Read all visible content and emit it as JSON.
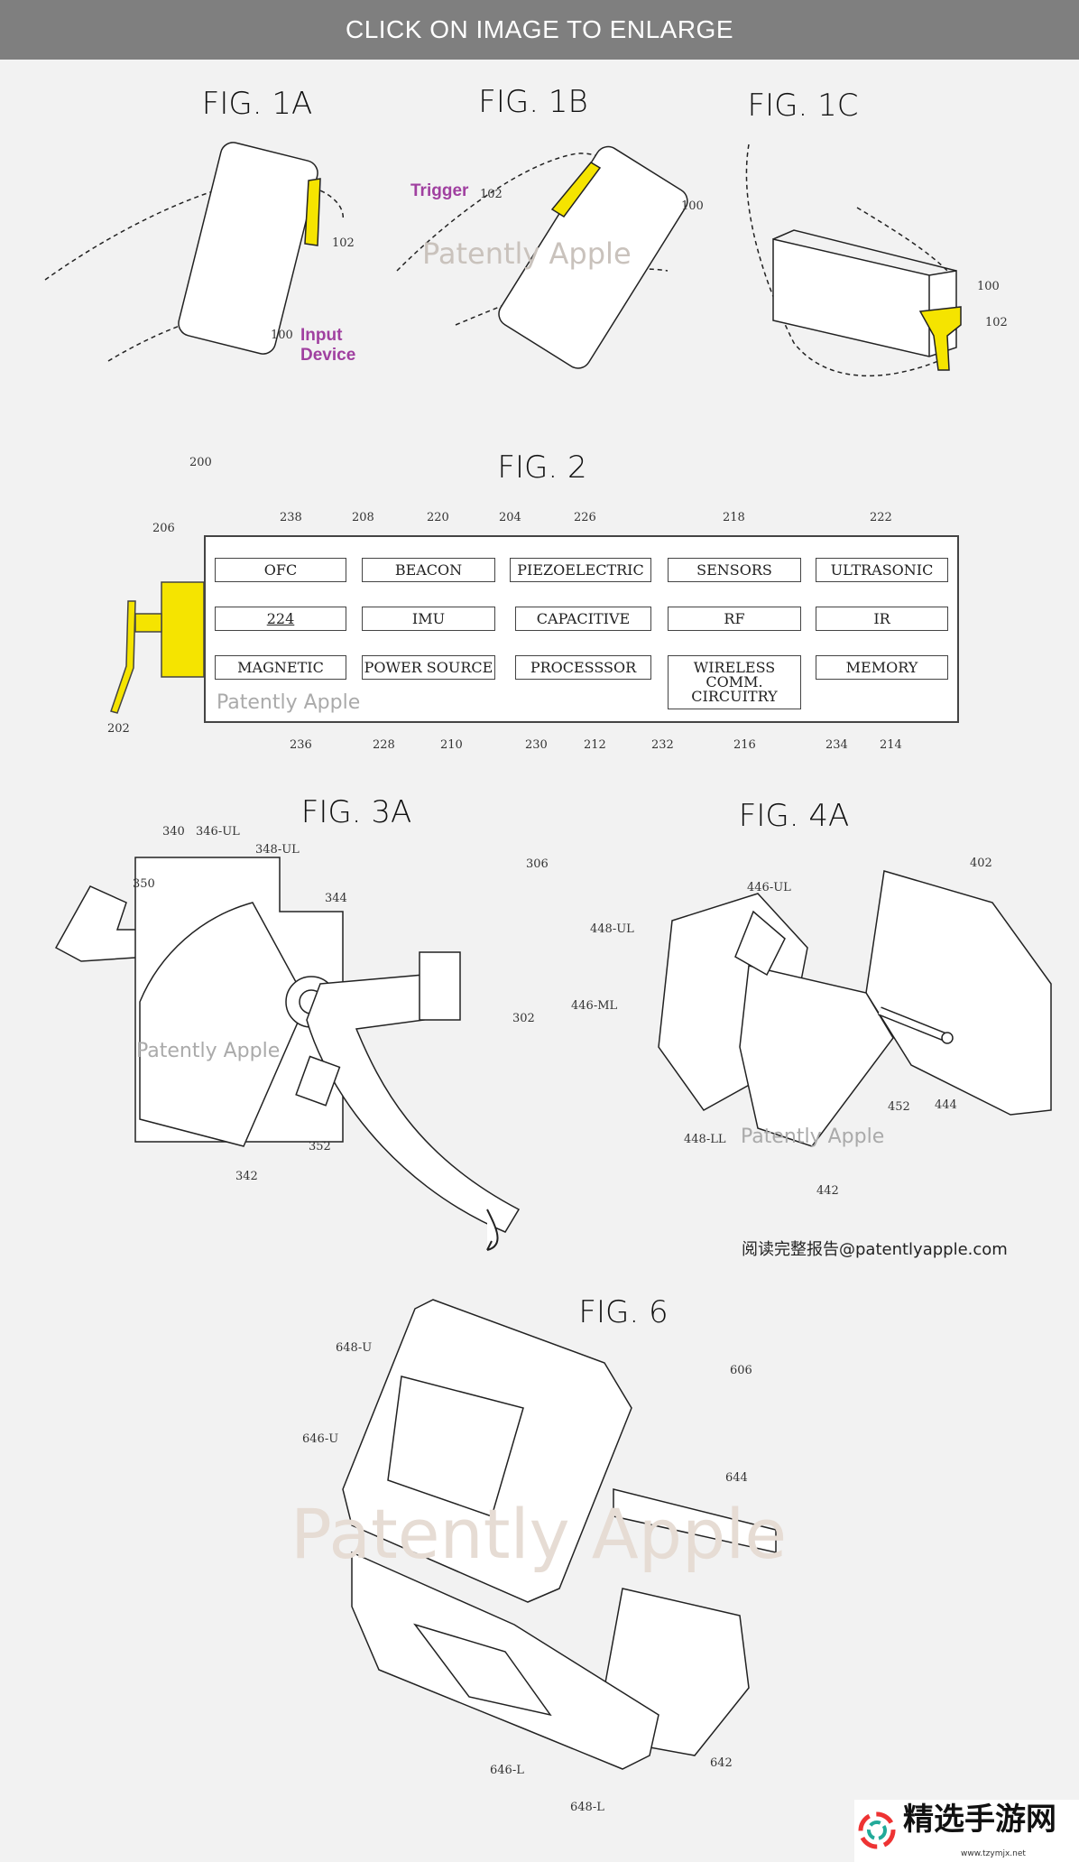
{
  "header": {
    "label": "CLICK ON IMAGE TO ENLARGE"
  },
  "fig1a": {
    "title": "FIG. 1A",
    "refs": [
      "102",
      "100"
    ],
    "callout": [
      "Input",
      "Device"
    ]
  },
  "fig1b": {
    "title": "FIG. 1B",
    "callout": "Trigger",
    "refs": [
      "102",
      "100"
    ],
    "watermark": "Patently Apple"
  },
  "fig1c": {
    "title": "FIG. 1C",
    "refs": [
      "100",
      "102"
    ]
  },
  "fig2": {
    "title": "FIG. 2",
    "boxes": [
      [
        "OFC",
        "BEACON",
        "PIEZOELECTRIC",
        "SENSORS",
        "ULTRASONIC"
      ],
      [
        "224",
        "IMU",
        "CAPACITIVE",
        "RF",
        "IR"
      ],
      [
        "MAGNETIC",
        "POWER SOURCE",
        "PROCESSSOR",
        "WIRELESS COMM. CIRCUITRY",
        "MEMORY"
      ]
    ],
    "top_refs": [
      "238",
      "208",
      "220",
      "204",
      "226",
      "218",
      "222"
    ],
    "bottom_refs": [
      "236",
      "228",
      "210",
      "230",
      "212",
      "232",
      "216",
      "234",
      "214"
    ],
    "side_refs": [
      "200",
      "206",
      "202"
    ],
    "watermark": "Patently Apple"
  },
  "fig3a": {
    "title": "FIG. 3A",
    "refs": [
      "340",
      "346-UL",
      "348-UL",
      "350",
      "344",
      "306",
      "302",
      "352",
      "342"
    ],
    "watermark": "Patently Apple"
  },
  "fig4a": {
    "title": "FIG. 4A",
    "refs": [
      "402",
      "446-UL",
      "448-UL",
      "446-ML",
      "452",
      "444",
      "448-LL",
      "442"
    ],
    "watermark": "Patently Apple"
  },
  "source_note": "阅读完整报告@patentlyapple.com",
  "fig6": {
    "title": "FIG. 6",
    "refs": [
      "648-U",
      "606",
      "646-U",
      "644",
      "646-L",
      "648-L",
      "642"
    ],
    "watermark": "Patently Apple"
  },
  "logo": {
    "text": "精选手游网",
    "url": "www.tzymjx.net"
  },
  "colors": {
    "trigger": "#f5e400",
    "callout": "#a040a0",
    "header": "#7f7f7f"
  }
}
